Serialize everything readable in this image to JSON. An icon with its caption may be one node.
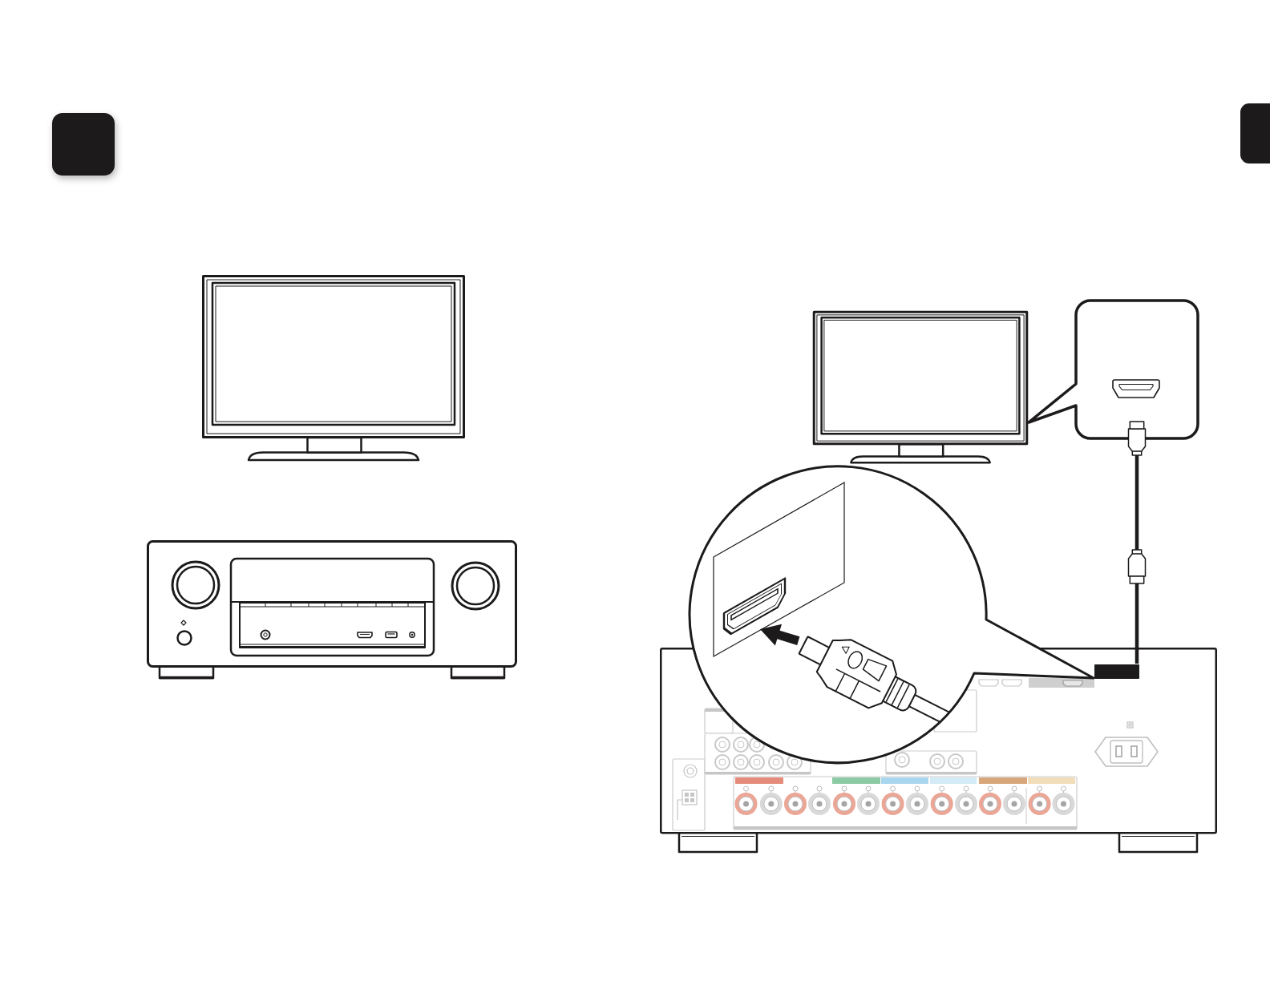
{
  "diagram": {
    "nodes": [
      {
        "text": [],
        "shape": "box"
      },
      {
        "text": [],
        "shape": "picture"
      },
      {
        "text": [],
        "shape": "picture"
      },
      {
        "text": [],
        "shape": "picture"
      },
      {
        "text": [],
        "shape": "box"
      },
      {
        "text": [],
        "shape": "circle"
      },
      {
        "text": [],
        "shape": "picture"
      },
      {
        "text": [],
        "shape": "box",
        "in": 6
      }
    ],
    "edges": [
      {
        "from": 4,
        "to": 7,
        "arrow": "other"
      }
    ]
  }
}
